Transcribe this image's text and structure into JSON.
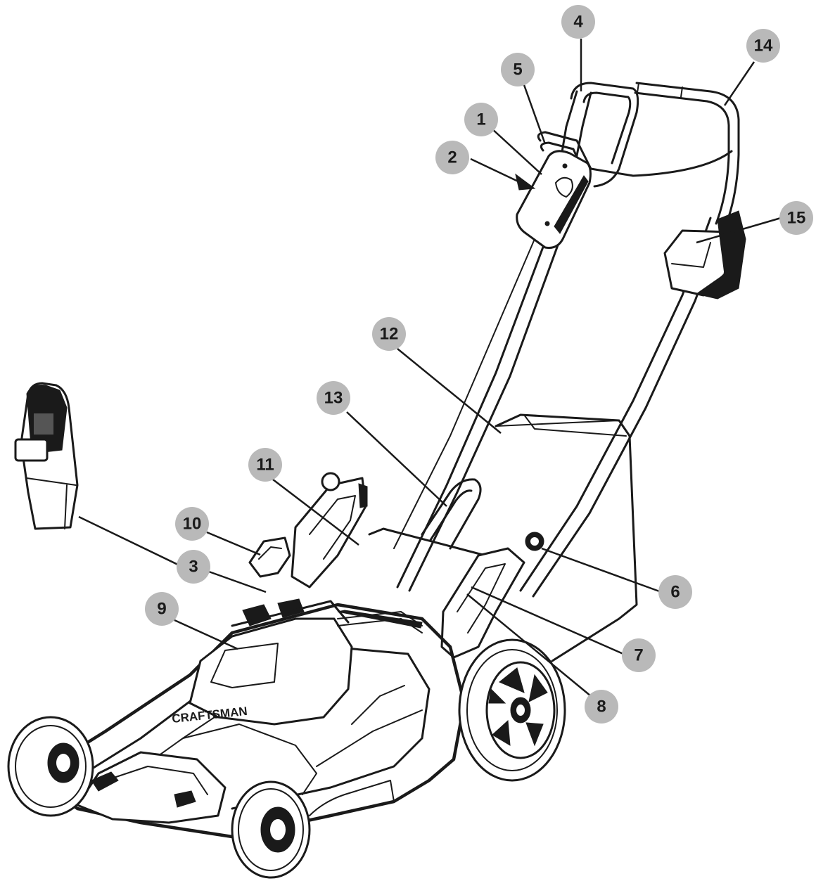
{
  "brand": "CRAFTSMAN",
  "callouts": [
    {
      "id": "1",
      "label": "1"
    },
    {
      "id": "2",
      "label": "2"
    },
    {
      "id": "3",
      "label": "3"
    },
    {
      "id": "4",
      "label": "4"
    },
    {
      "id": "5",
      "label": "5"
    },
    {
      "id": "6",
      "label": "6"
    },
    {
      "id": "7",
      "label": "7"
    },
    {
      "id": "8",
      "label": "8"
    },
    {
      "id": "9",
      "label": "9"
    },
    {
      "id": "10",
      "label": "10"
    },
    {
      "id": "11",
      "label": "11"
    },
    {
      "id": "12",
      "label": "12"
    },
    {
      "id": "13",
      "label": "13"
    },
    {
      "id": "14",
      "label": "14"
    },
    {
      "id": "15",
      "label": "15"
    }
  ],
  "colors": {
    "line": "#1a1a1a",
    "callout_fill": "#b9b9b9",
    "background": "#ffffff"
  }
}
